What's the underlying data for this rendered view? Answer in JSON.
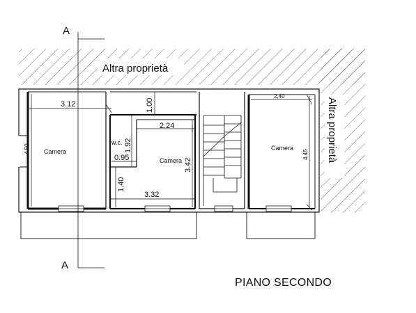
{
  "title": "PIANO SECONDO",
  "section_marks": {
    "top": "A",
    "bottom": "A"
  },
  "neighbors": {
    "top": "Altra proprietà",
    "right": "Altra proprietà"
  },
  "rooms": {
    "left": "Camera",
    "center": "Camera",
    "right": "Camera",
    "wc": "w.c."
  },
  "dimensions": {
    "left_width": "3.12",
    "left_height": "4.50",
    "corridor": "1.00",
    "center_width": "2.24",
    "wc_height": "1.92",
    "wc_width": "0.95",
    "center_height": "3.42",
    "lower_height": "1.40",
    "lower_width": "3.32",
    "right_width": "2,40",
    "right_height": "4.45"
  }
}
